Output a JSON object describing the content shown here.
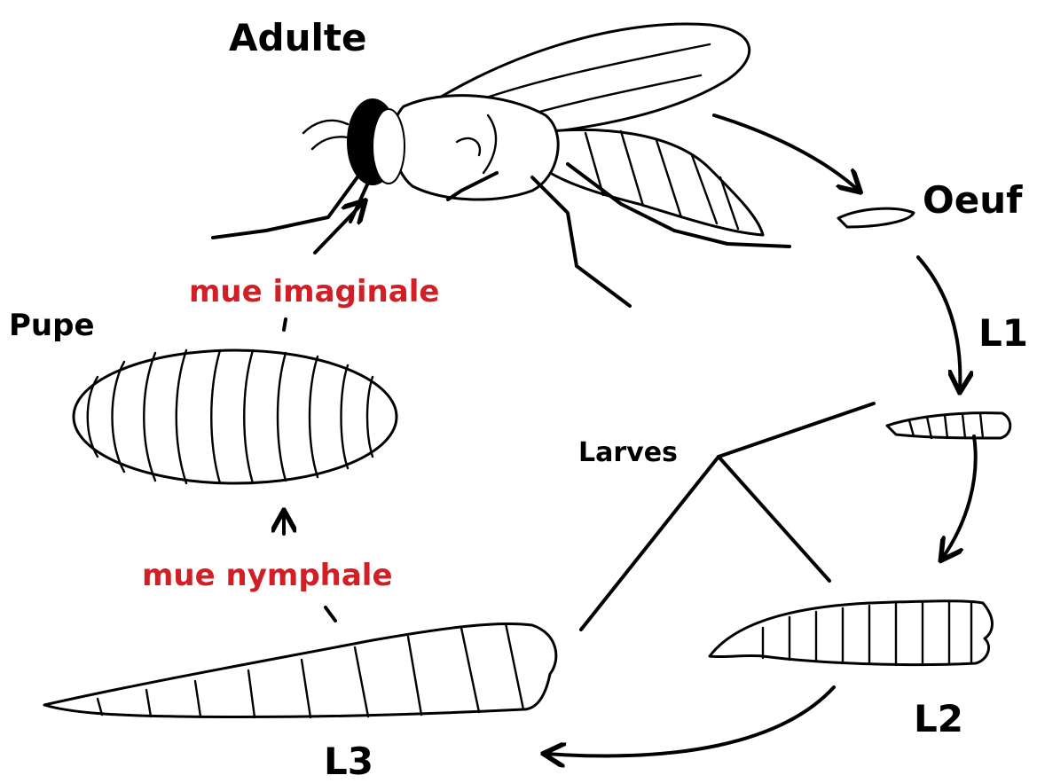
{
  "labels": {
    "adult": "Adulte",
    "egg": "Oeuf",
    "l1": "L1",
    "l2": "L2",
    "l3": "L3",
    "larvae": "Larves",
    "pupa": "Pupe",
    "imaginal_molt": "mue imaginale",
    "nymphal_molt": "mue nymphale"
  },
  "colors": {
    "line": "#000000",
    "molt_text": "#d21f26",
    "background": "#ffffff"
  },
  "icons": [
    "fly-adult-icon",
    "egg-icon",
    "larva-l1-icon",
    "larva-l2-icon",
    "larva-l3-icon",
    "pupa-icon"
  ]
}
